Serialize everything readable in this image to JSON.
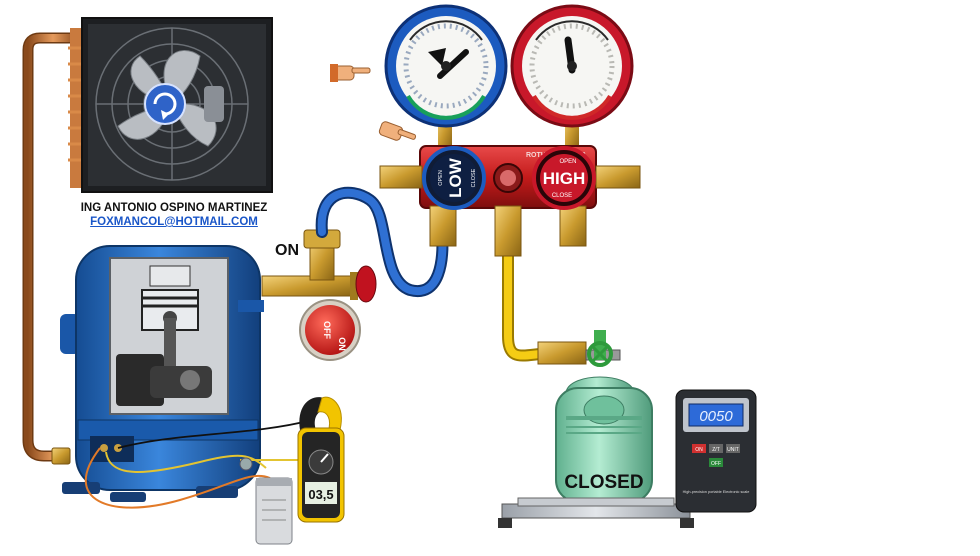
{
  "author": {
    "name": "ING ANTONIO OSPINO MARTINEZ",
    "email": "FOXMANCOL@HOTMAIL.COM"
  },
  "valve": {
    "state_label": "ON",
    "button_off": "OFF",
    "button_on": "ON"
  },
  "manifold": {
    "brand": "ROTHENBERGER",
    "low_label": "LOW",
    "high_label": "HIGH",
    "open_label": "OPEN",
    "close_label": "CLOSE"
  },
  "refrigerant_tank": {
    "status": "CLOSED"
  },
  "clamp_meter": {
    "display": "03,5"
  },
  "scale": {
    "display": "0050",
    "btn_on": "ON",
    "btn_zero": "Z/T",
    "btn_unit": "UNIT",
    "btn_off": "OFF",
    "caption": "High-precision portable Electronic scale"
  },
  "colors": {
    "compressor_blue": "#1f63b8",
    "copper": "#c87533",
    "hose_blue": "#1b4fa8",
    "hose_yellow": "#f2c500",
    "manifold_red": "#c91d1d",
    "tank_green": "#8fd6b7"
  }
}
